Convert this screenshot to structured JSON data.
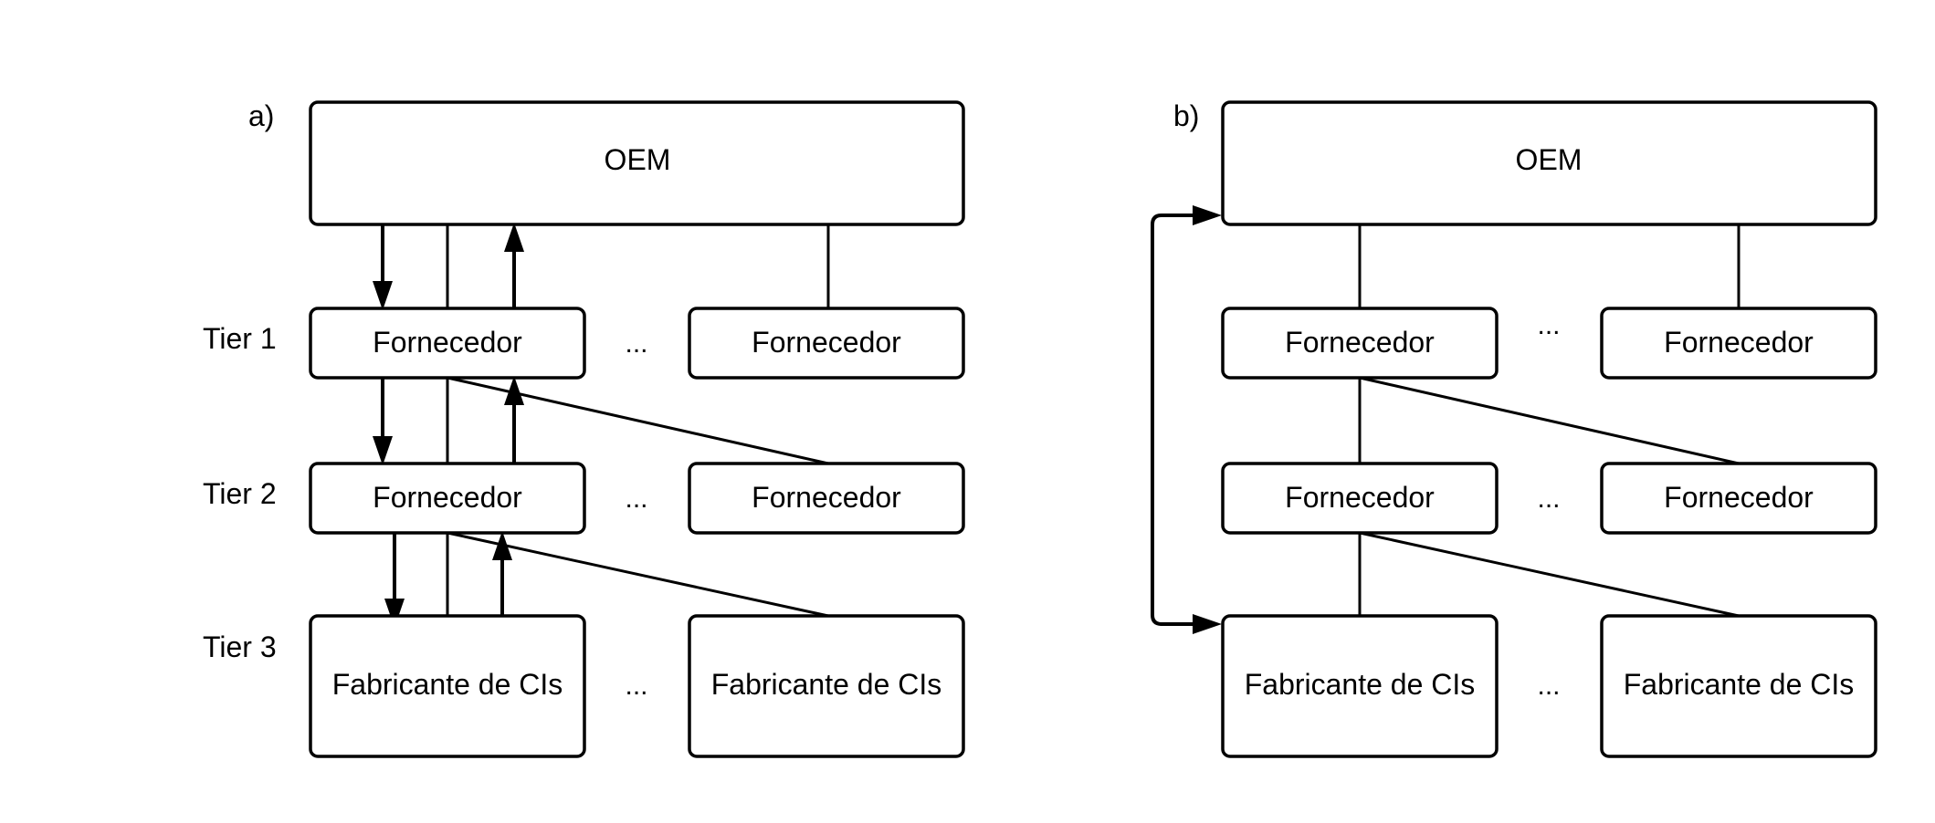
{
  "panel_a": {
    "label": "a)",
    "tiers": [
      "Tier 1",
      "Tier 2",
      "Tier 3"
    ],
    "oem": "OEM",
    "t1_left": "Fornecedor",
    "t1_right": "Fornecedor",
    "t2_left": "Fornecedor",
    "t2_right": "Fornecedor",
    "t3_left": "Fabricante de CIs",
    "t3_right": "Fabricante de CIs",
    "ellipsis": "..."
  },
  "panel_b": {
    "label": "b)",
    "oem": "OEM",
    "t1_left": "Fornecedor",
    "t1_right": "Fornecedor",
    "t2_left": "Fornecedor",
    "t2_right": "Fornecedor",
    "t3_left": "Fabricante de CIs",
    "t3_right": "Fabricante de CIs",
    "ellipsis": "..."
  }
}
